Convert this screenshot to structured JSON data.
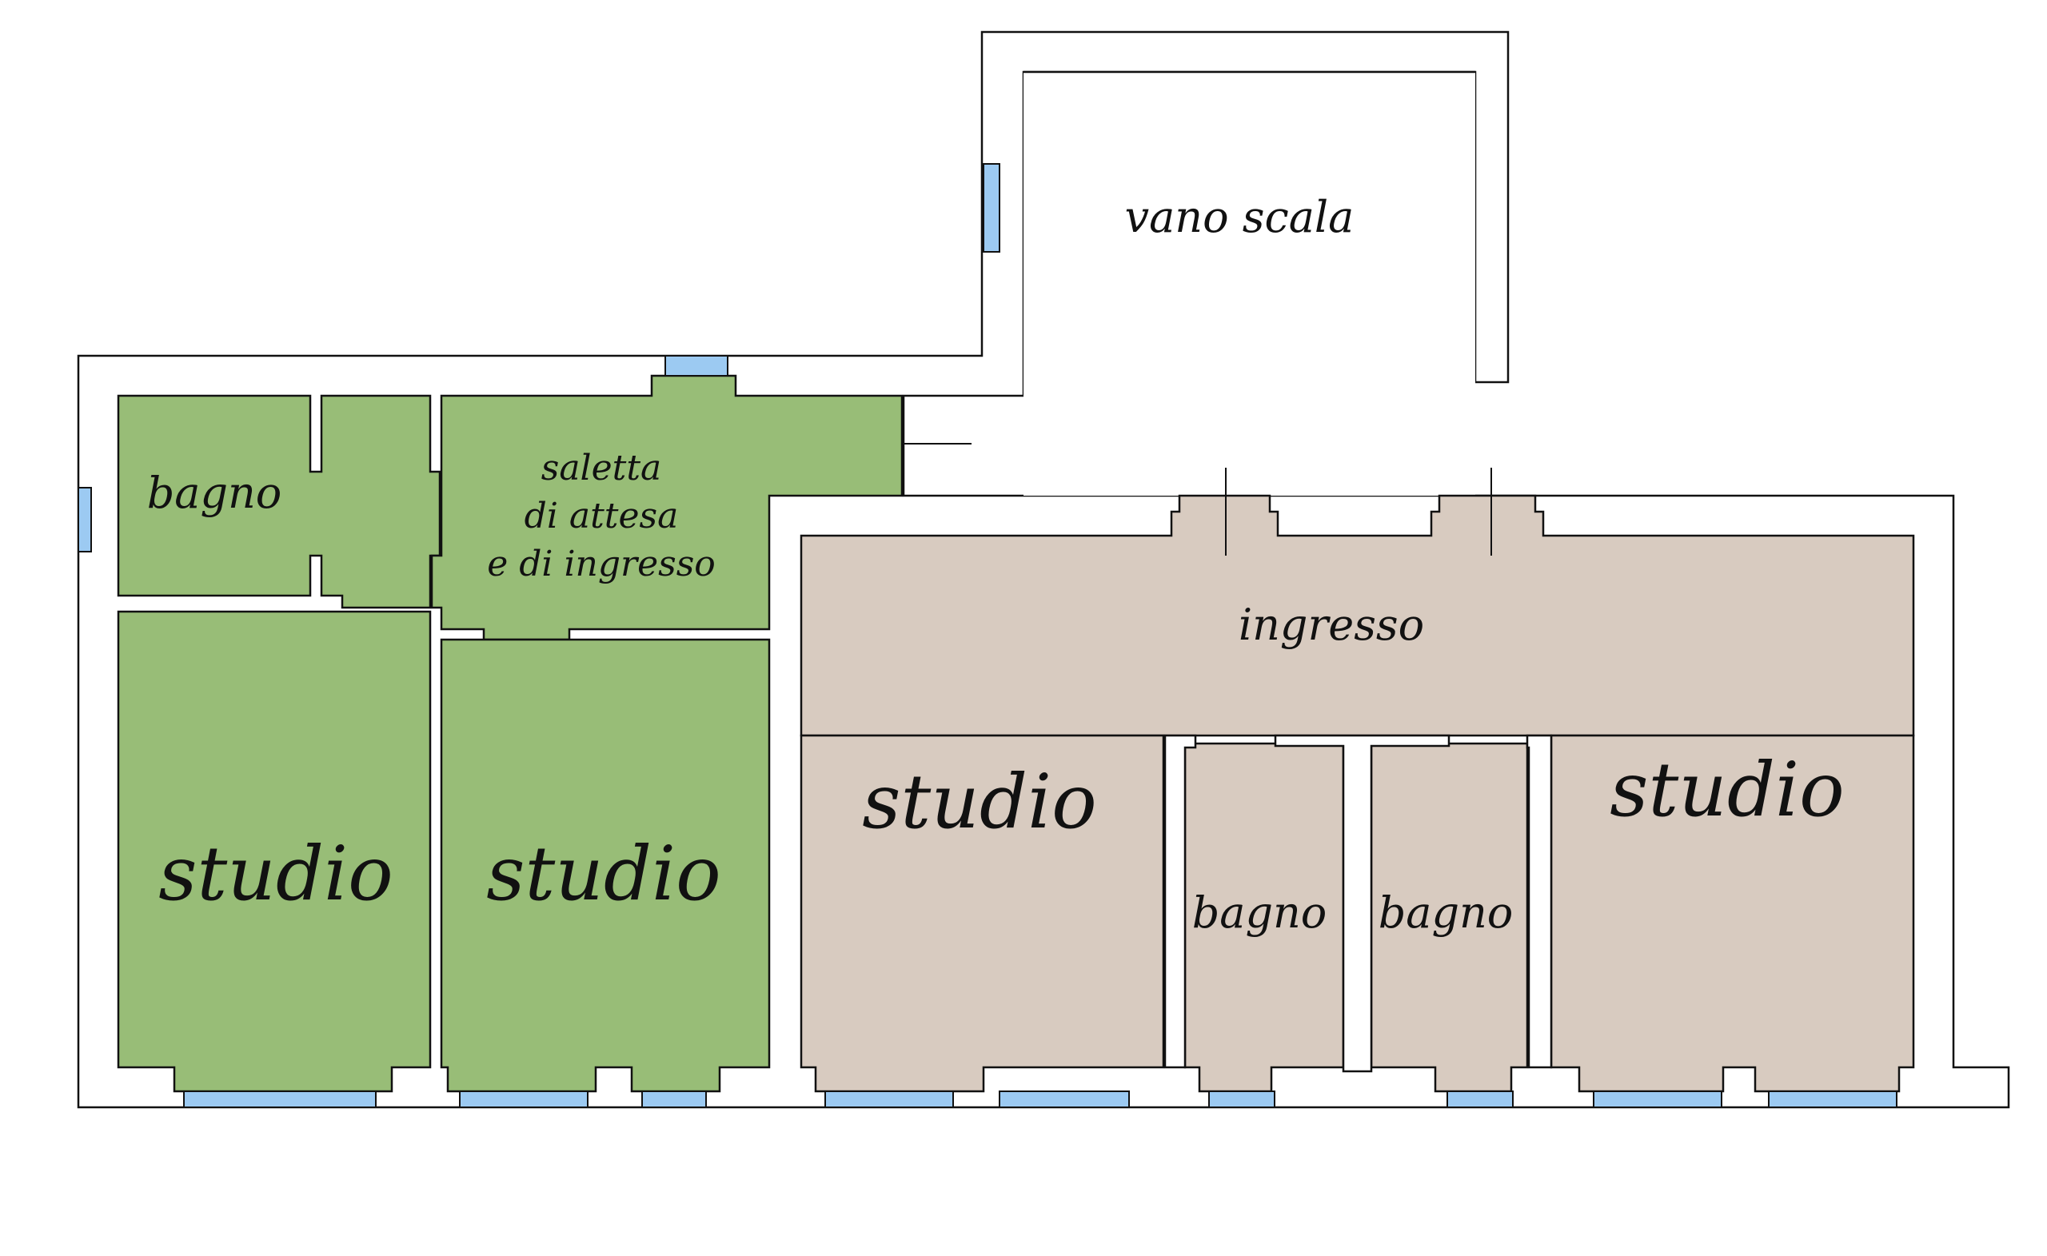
{
  "plan": {
    "colors": {
      "wall": "#ffffff",
      "wall_stroke": "#111111",
      "green_unit": "#98bd77",
      "beige_unit": "#d8cbc0",
      "window": "#9ccaf2"
    },
    "labels": {
      "vano_scala": "vano scala",
      "green_bagno": "bagno",
      "saletta_line1": "saletta",
      "saletta_line2": "di attesa",
      "saletta_line3": "e di ingresso",
      "green_studio_left": "studio",
      "green_studio_right": "studio",
      "ingresso": "ingresso",
      "beige_studio_left": "studio",
      "beige_bagno_left": "bagno",
      "beige_bagno_right": "bagno",
      "beige_studio_right": "studio"
    }
  }
}
